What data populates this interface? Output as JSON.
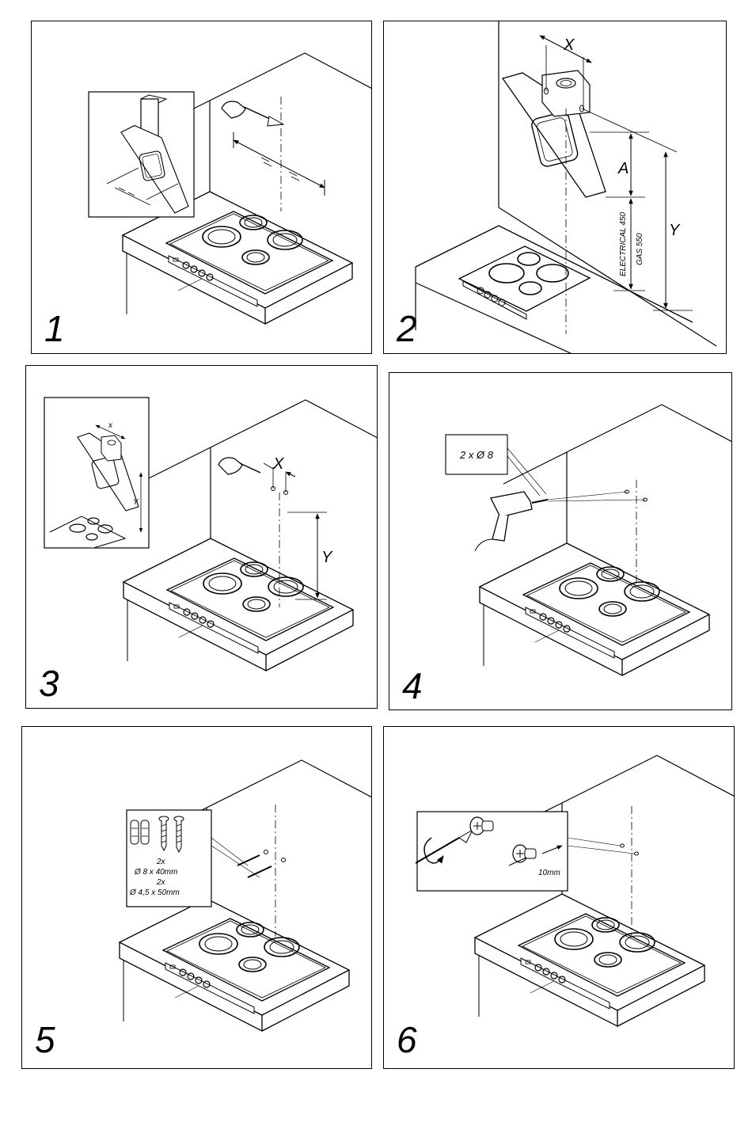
{
  "steps": [
    {
      "number": "1"
    },
    {
      "number": "2",
      "labels": {
        "x": "X",
        "a": "A",
        "y": "Y",
        "electrical": "ELECTRICAL 450",
        "gas": "GAS 550"
      }
    },
    {
      "number": "3",
      "labels": {
        "inset_x": "x",
        "inset_y": "Y",
        "x": "X",
        "y": "Y"
      }
    },
    {
      "number": "4",
      "labels": {
        "drill_size": "2 x Ø 8"
      }
    },
    {
      "number": "5",
      "labels": {
        "qty_a": "2x",
        "size_a": "Ø 8 x 40mm",
        "qty_b": "2x",
        "size_b": "Ø 4,5 x 50mm"
      }
    },
    {
      "number": "6",
      "labels": {
        "gap": "10mm"
      }
    }
  ]
}
